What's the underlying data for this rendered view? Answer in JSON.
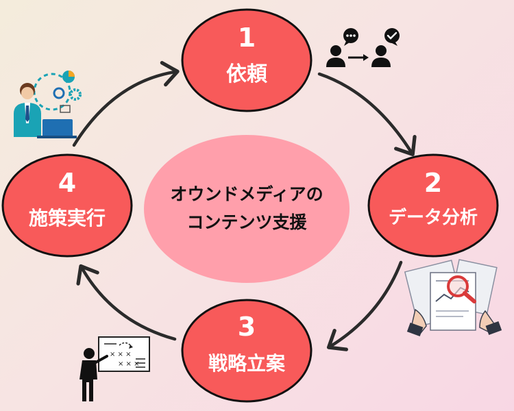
{
  "center": {
    "line1": "オウンドメディアの",
    "line2": "コンテンツ支援"
  },
  "steps": [
    {
      "number": "1",
      "label": "依頼"
    },
    {
      "number": "2",
      "label": "データ分析"
    },
    {
      "number": "3",
      "label": "戦略立案"
    },
    {
      "number": "4",
      "label": "施策実行"
    }
  ],
  "colors": {
    "node_fill": "#f85a5a",
    "node_stroke": "#111111",
    "center_fill": "#ff9fab",
    "arrow": "#2b2b2b",
    "accent_teal": "#1aa3b5"
  },
  "icons": {
    "step1": "consultation-people-icon",
    "step2": "document-analysis-icon",
    "step3": "strategy-board-icon",
    "step4": "businessman-laptop-icon"
  }
}
